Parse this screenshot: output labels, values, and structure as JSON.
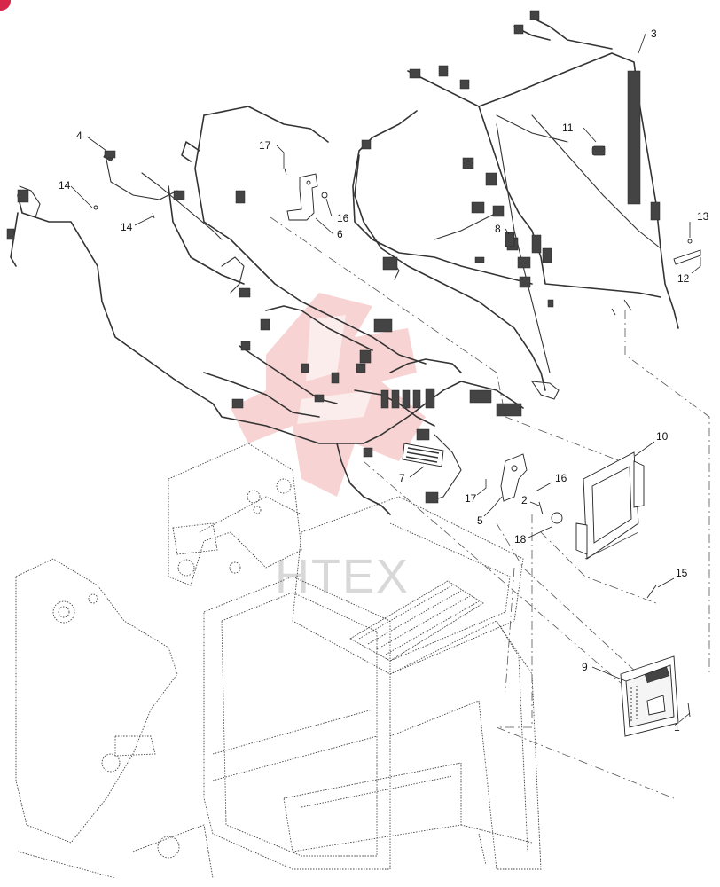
{
  "corner_badge": {
    "text": "",
    "color": "#d6264a"
  },
  "watermark": {
    "text": "HTEX",
    "color": "#f2aeae"
  },
  "callouts": {
    "c1": "1",
    "c2": "2",
    "c3": "3",
    "c4": "4",
    "c5": "5",
    "c6": "6",
    "c7": "7",
    "c8": "8",
    "c9": "9",
    "c10": "10",
    "c11": "11",
    "c12": "12",
    "c13": "13",
    "c14a": "14",
    "c14b": "14",
    "c15": "15",
    "c16a": "16",
    "c16b": "16",
    "c17a": "17",
    "c17b": "17",
    "c18": "18"
  }
}
